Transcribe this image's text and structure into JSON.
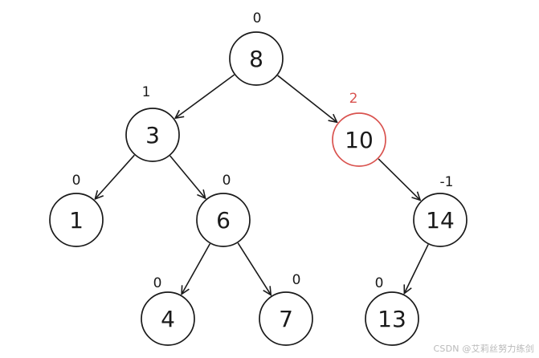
{
  "colors": {
    "stroke": "#1a1a1a",
    "highlight": "#d9534f",
    "background": "#ffffff",
    "watermark": "#b9b9b9"
  },
  "tree": {
    "nodes": [
      {
        "id": "n8",
        "label": "8",
        "balance": "0",
        "highlight": false
      },
      {
        "id": "n3",
        "label": "3",
        "balance": "1",
        "highlight": false
      },
      {
        "id": "n10",
        "label": "10",
        "balance": "2",
        "highlight": true
      },
      {
        "id": "n1",
        "label": "1",
        "balance": "0",
        "highlight": false
      },
      {
        "id": "n6",
        "label": "6",
        "balance": "0",
        "highlight": false
      },
      {
        "id": "n14",
        "label": "14",
        "balance": "-1",
        "highlight": false
      },
      {
        "id": "n4",
        "label": "4",
        "balance": "0",
        "highlight": false
      },
      {
        "id": "n7",
        "label": "7",
        "balance": "0",
        "highlight": false
      },
      {
        "id": "n13",
        "label": "13",
        "balance": "0",
        "highlight": false
      }
    ],
    "edges": [
      {
        "from": "n8",
        "to": "n3"
      },
      {
        "from": "n8",
        "to": "n10"
      },
      {
        "from": "n3",
        "to": "n1"
      },
      {
        "from": "n3",
        "to": "n6"
      },
      {
        "from": "n10",
        "to": "n14"
      },
      {
        "from": "n6",
        "to": "n4"
      },
      {
        "from": "n6",
        "to": "n7"
      },
      {
        "from": "n14",
        "to": "n13"
      }
    ]
  },
  "watermark": "CSDN @艾莉丝努力练剑"
}
